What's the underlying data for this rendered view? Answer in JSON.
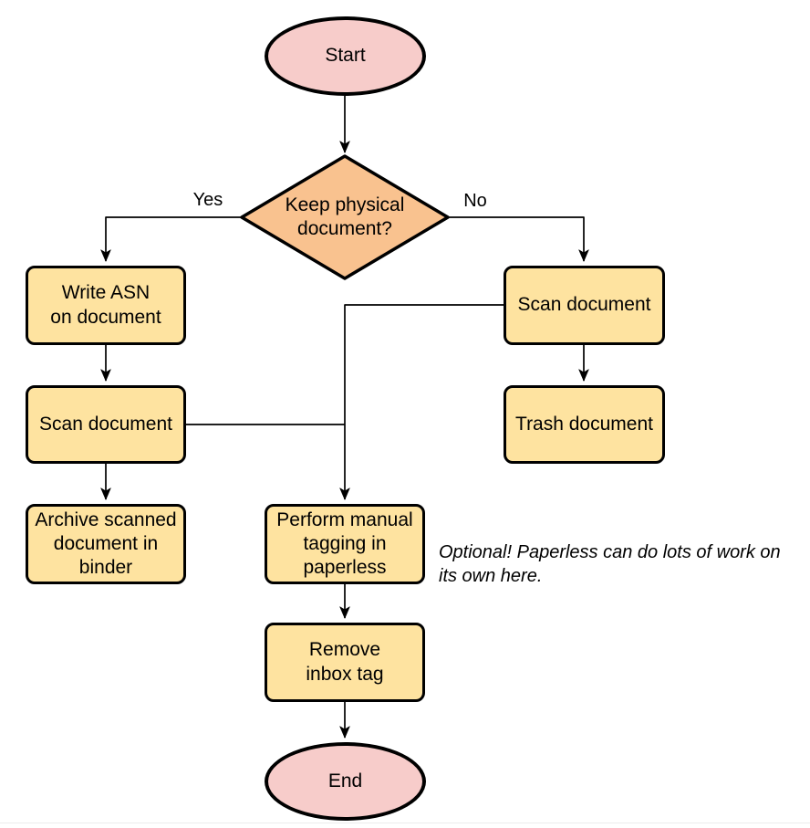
{
  "diagram": {
    "type": "flowchart",
    "nodes": {
      "start": {
        "label": "Start",
        "shape": "terminator"
      },
      "decision": {
        "label": "Keep physical\ndocument?",
        "shape": "decision"
      },
      "write_asn": {
        "label": "Write ASN\non document",
        "shape": "process"
      },
      "scan_left": {
        "label": "Scan document",
        "shape": "process"
      },
      "archive": {
        "label": "Archive scanned\ndocument in\nbinder",
        "shape": "process"
      },
      "scan_right": {
        "label": "Scan document",
        "shape": "process"
      },
      "trash": {
        "label": "Trash document",
        "shape": "process"
      },
      "tagging": {
        "label": "Perform manual\ntagging in\npaperless",
        "shape": "process"
      },
      "remove_inbox": {
        "label": "Remove\ninbox tag",
        "shape": "process"
      },
      "end": {
        "label": "End",
        "shape": "terminator"
      }
    },
    "edges": [
      {
        "from": "start",
        "to": "decision",
        "label": ""
      },
      {
        "from": "decision",
        "to": "write_asn",
        "label": "Yes"
      },
      {
        "from": "decision",
        "to": "scan_right",
        "label": "No"
      },
      {
        "from": "write_asn",
        "to": "scan_left",
        "label": ""
      },
      {
        "from": "scan_left",
        "to": "archive",
        "label": ""
      },
      {
        "from": "scan_left",
        "to": "tagging",
        "label": ""
      },
      {
        "from": "scan_right",
        "to": "trash",
        "label": ""
      },
      {
        "from": "scan_right",
        "to": "tagging",
        "label": ""
      },
      {
        "from": "tagging",
        "to": "remove_inbox",
        "label": ""
      },
      {
        "from": "remove_inbox",
        "to": "end",
        "label": ""
      }
    ],
    "annotation": "Optional! Paperless can do lots of work on\nits own here.",
    "colors": {
      "terminator-fill": "#F7CCCA",
      "process-fill": "#FEE3A0",
      "decision-fill": "#F9C28F",
      "stroke": "#000000"
    }
  }
}
